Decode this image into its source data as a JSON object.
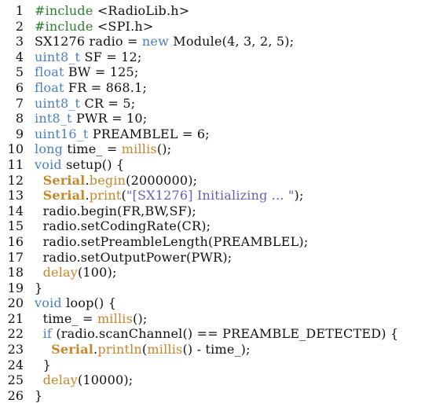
{
  "colors": {
    "plain": "#111111",
    "preprocessor": "#2e7d32",
    "keyword": "#4a7fc0",
    "function": "#c8862a",
    "string": "#6b5bb8",
    "builtin_object": "#c8862a"
  },
  "code": {
    "lines": [
      {
        "number": "1",
        "tokens": [
          {
            "t": "#include",
            "c": "preprocessor"
          },
          {
            "t": " <RadioLib.h>",
            "c": "plain"
          }
        ]
      },
      {
        "number": "2",
        "tokens": [
          {
            "t": "#include",
            "c": "preprocessor"
          },
          {
            "t": " <SPI.h>",
            "c": "plain"
          }
        ]
      },
      {
        "number": "3",
        "tokens": [
          {
            "t": "SX1276 radio = ",
            "c": "plain"
          },
          {
            "t": "new",
            "c": "keyword"
          },
          {
            "t": " Module(4, 3, 2, 5);",
            "c": "plain"
          }
        ]
      },
      {
        "number": "4",
        "tokens": [
          {
            "t": "uint8_t",
            "c": "keyword"
          },
          {
            "t": " SF = 12;",
            "c": "plain"
          }
        ]
      },
      {
        "number": "5",
        "tokens": [
          {
            "t": "float",
            "c": "keyword"
          },
          {
            "t": " BW = 125;",
            "c": "plain"
          }
        ]
      },
      {
        "number": "6",
        "tokens": [
          {
            "t": "float",
            "c": "keyword"
          },
          {
            "t": " FR = 868.1;",
            "c": "plain"
          }
        ]
      },
      {
        "number": "7",
        "tokens": [
          {
            "t": "uint8_t",
            "c": "keyword"
          },
          {
            "t": " CR = 5;",
            "c": "plain"
          }
        ]
      },
      {
        "number": "8",
        "tokens": [
          {
            "t": "int8_t",
            "c": "keyword"
          },
          {
            "t": " PWR = 10;",
            "c": "plain"
          }
        ]
      },
      {
        "number": "9",
        "tokens": [
          {
            "t": "uint16_t",
            "c": "keyword"
          },
          {
            "t": " PREAMBLEL = 6;",
            "c": "plain"
          }
        ]
      },
      {
        "number": "10",
        "tokens": [
          {
            "t": "long",
            "c": "keyword"
          },
          {
            "t": " time_ = ",
            "c": "plain"
          },
          {
            "t": "millis",
            "c": "function"
          },
          {
            "t": "();",
            "c": "plain"
          }
        ]
      },
      {
        "number": "11",
        "tokens": [
          {
            "t": "void",
            "c": "keyword"
          },
          {
            "t": " ",
            "c": "plain"
          },
          {
            "t": "setup",
            "c": "plain"
          },
          {
            "t": "() {",
            "c": "plain"
          }
        ]
      },
      {
        "number": "12",
        "tokens": [
          {
            "t": "  ",
            "c": "plain"
          },
          {
            "t": "Serial",
            "c": "builtin_object",
            "b": true
          },
          {
            "t": ".",
            "c": "plain"
          },
          {
            "t": "begin",
            "c": "function"
          },
          {
            "t": "(2000000);",
            "c": "plain"
          }
        ]
      },
      {
        "number": "13",
        "tokens": [
          {
            "t": "  ",
            "c": "plain"
          },
          {
            "t": "Serial",
            "c": "builtin_object",
            "b": true
          },
          {
            "t": ".",
            "c": "plain"
          },
          {
            "t": "print",
            "c": "function"
          },
          {
            "t": "(",
            "c": "plain"
          },
          {
            "t": "\"[SX1276] Initializing ... \"",
            "c": "string"
          },
          {
            "t": ");",
            "c": "plain"
          }
        ]
      },
      {
        "number": "14",
        "tokens": [
          {
            "t": "  radio.",
            "c": "plain"
          },
          {
            "t": "begin",
            "c": "plain"
          },
          {
            "t": "(FR,BW,SF);",
            "c": "plain"
          }
        ]
      },
      {
        "number": "15",
        "tokens": [
          {
            "t": "  radio.setCodingRate(CR);",
            "c": "plain"
          }
        ]
      },
      {
        "number": "16",
        "tokens": [
          {
            "t": "  radio.setPreambleLength(PREAMBLEL);",
            "c": "plain"
          }
        ]
      },
      {
        "number": "17",
        "tokens": [
          {
            "t": "  radio.setOutputPower(PWR);",
            "c": "plain"
          }
        ]
      },
      {
        "number": "18",
        "tokens": [
          {
            "t": "  ",
            "c": "plain"
          },
          {
            "t": "delay",
            "c": "function"
          },
          {
            "t": "(100);",
            "c": "plain"
          }
        ]
      },
      {
        "number": "19",
        "tokens": [
          {
            "t": "}",
            "c": "plain"
          }
        ]
      },
      {
        "number": "20",
        "tokens": [
          {
            "t": "void",
            "c": "keyword"
          },
          {
            "t": " loop() {",
            "c": "plain"
          }
        ]
      },
      {
        "number": "21",
        "tokens": [
          {
            "t": "  time_ = ",
            "c": "plain"
          },
          {
            "t": "millis",
            "c": "function"
          },
          {
            "t": "();",
            "c": "plain"
          }
        ]
      },
      {
        "number": "22",
        "tokens": [
          {
            "t": "  ",
            "c": "plain"
          },
          {
            "t": "if",
            "c": "keyword"
          },
          {
            "t": " (radio.scanChannel() == PREAMBLE_DETECTED) {",
            "c": "plain"
          }
        ]
      },
      {
        "number": "23",
        "tokens": [
          {
            "t": "    ",
            "c": "plain"
          },
          {
            "t": "Serial",
            "c": "builtin_object",
            "b": true
          },
          {
            "t": ".",
            "c": "plain"
          },
          {
            "t": "println",
            "c": "function"
          },
          {
            "t": "(",
            "c": "plain"
          },
          {
            "t": "millis",
            "c": "function"
          },
          {
            "t": "() - time_);",
            "c": "plain"
          }
        ]
      },
      {
        "number": "24",
        "tokens": [
          {
            "t": "  }",
            "c": "plain"
          }
        ]
      },
      {
        "number": "25",
        "tokens": [
          {
            "t": "  ",
            "c": "plain"
          },
          {
            "t": "delay",
            "c": "function"
          },
          {
            "t": "(10000);",
            "c": "plain"
          }
        ]
      },
      {
        "number": "26",
        "tokens": [
          {
            "t": "}",
            "c": "plain"
          }
        ]
      }
    ]
  }
}
